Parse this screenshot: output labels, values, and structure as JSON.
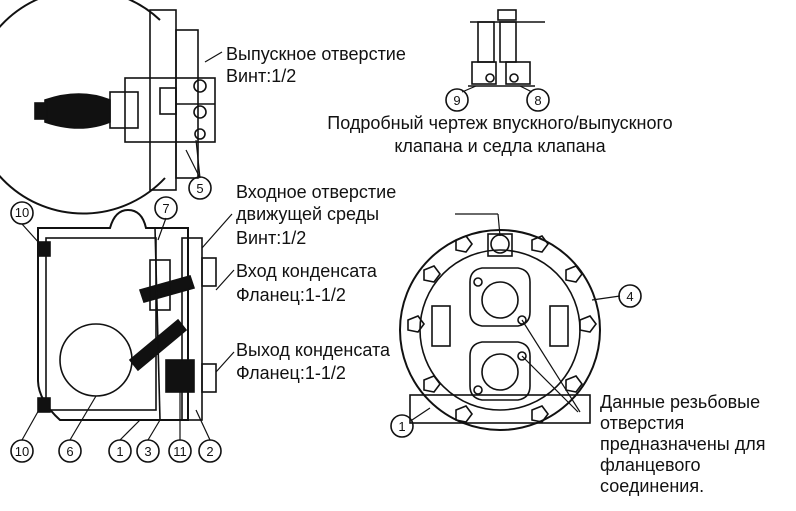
{
  "labels": {
    "outlet_title": "Выпускное отверстие",
    "outlet_thread": "Винт:1/2",
    "detail_caption_line1": "Подробный чертеж впускного/выпускного",
    "detail_caption_line2": "клапана и седла клапана",
    "motive_inlet_line1": "Входное отверстие",
    "motive_inlet_line2": "движущей среды",
    "motive_inlet_thread": "Винт:1/2",
    "condensate_inlet": "Вход конденсата",
    "condensate_inlet_flange": "Фланец:1-1/2",
    "condensate_outlet": "Выход конденсата",
    "condensate_outlet_flange": "Фланец:1-1/2",
    "threaded_holes_note": "Данные резьбовые отверстия предназначены для фланцевого соединения."
  },
  "callouts": {
    "c1": "1",
    "c2": "2",
    "c3": "3",
    "c4": "4",
    "c5": "5",
    "c6": "6",
    "c7": "7",
    "c8": "8",
    "c9": "9",
    "c10": "10",
    "c11": "11"
  },
  "colors": {
    "line": "#111111",
    "background": "#ffffff"
  }
}
